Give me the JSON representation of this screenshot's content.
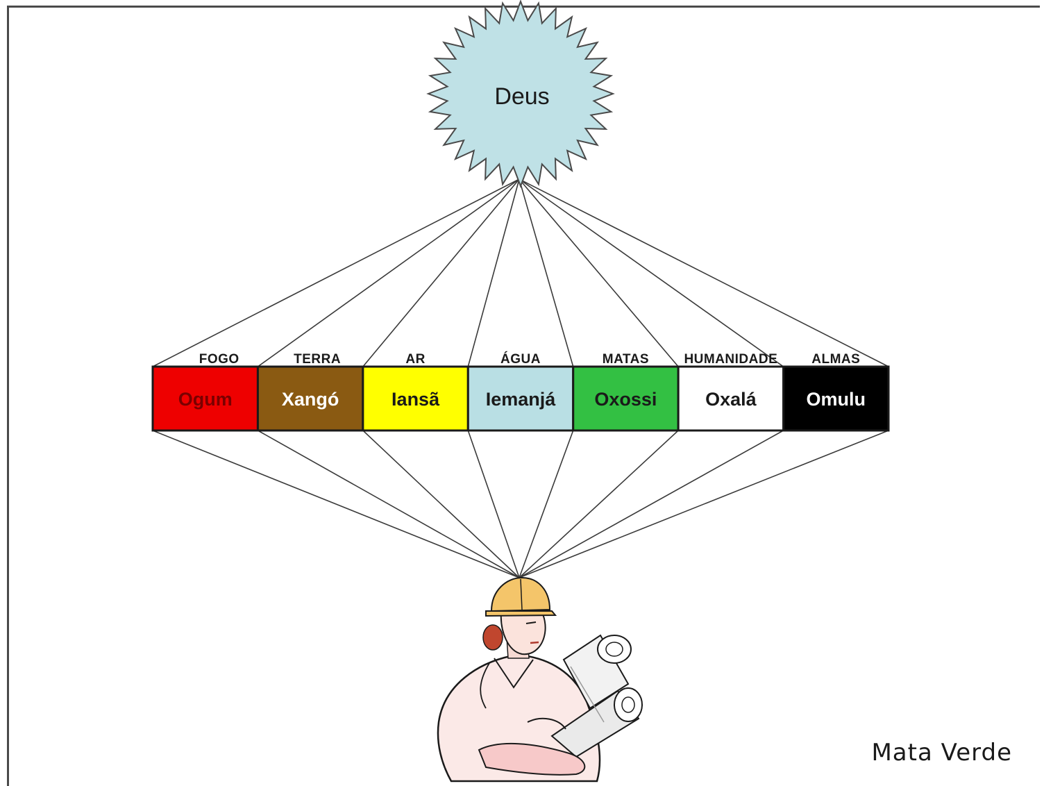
{
  "center": {
    "label": "Deus",
    "fill": "#bfe1e6"
  },
  "orixas": [
    {
      "element": "FOGO",
      "name": "Ogum",
      "fill": "#ee0000",
      "text_color": "#7a0000"
    },
    {
      "element": "TERRA",
      "name": "Xangó",
      "fill": "#8a5a12",
      "text_color": "#ffffff"
    },
    {
      "element": "AR",
      "name": "Iansã",
      "fill": "#ffff00",
      "text_color": "#1a1a1a"
    },
    {
      "element": "ÁGUA",
      "name": "Iemanjá",
      "fill": "#b9dfe4",
      "text_color": "#1a1a1a"
    },
    {
      "element": "MATAS",
      "name": "Oxossi",
      "fill": "#33c043",
      "text_color": "#1a1a1a"
    },
    {
      "element": "HUMANIDADE",
      "name": "Oxalá",
      "fill": "#ffffff",
      "text_color": "#1a1a1a"
    },
    {
      "element": "ALMAS",
      "name": "Omulu",
      "fill": "#000000",
      "text_color": "#ffffff"
    }
  ],
  "person": {
    "icon": "engineer-with-blueprints-icon"
  },
  "caption": "Mata Verde"
}
